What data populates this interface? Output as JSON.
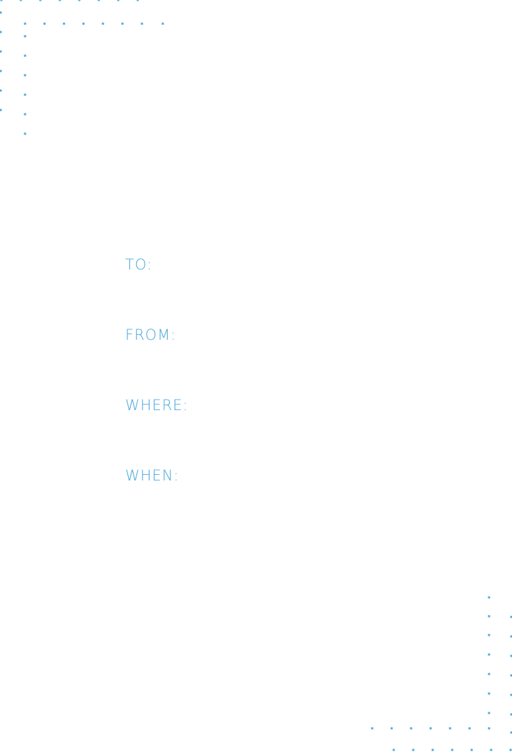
{
  "colors": {
    "accent": "#4aa8dc",
    "background": "#ffffff"
  },
  "fields": {
    "to": "TO:",
    "from": "FROM:",
    "where": "WHERE:",
    "when": "WHEN:"
  }
}
